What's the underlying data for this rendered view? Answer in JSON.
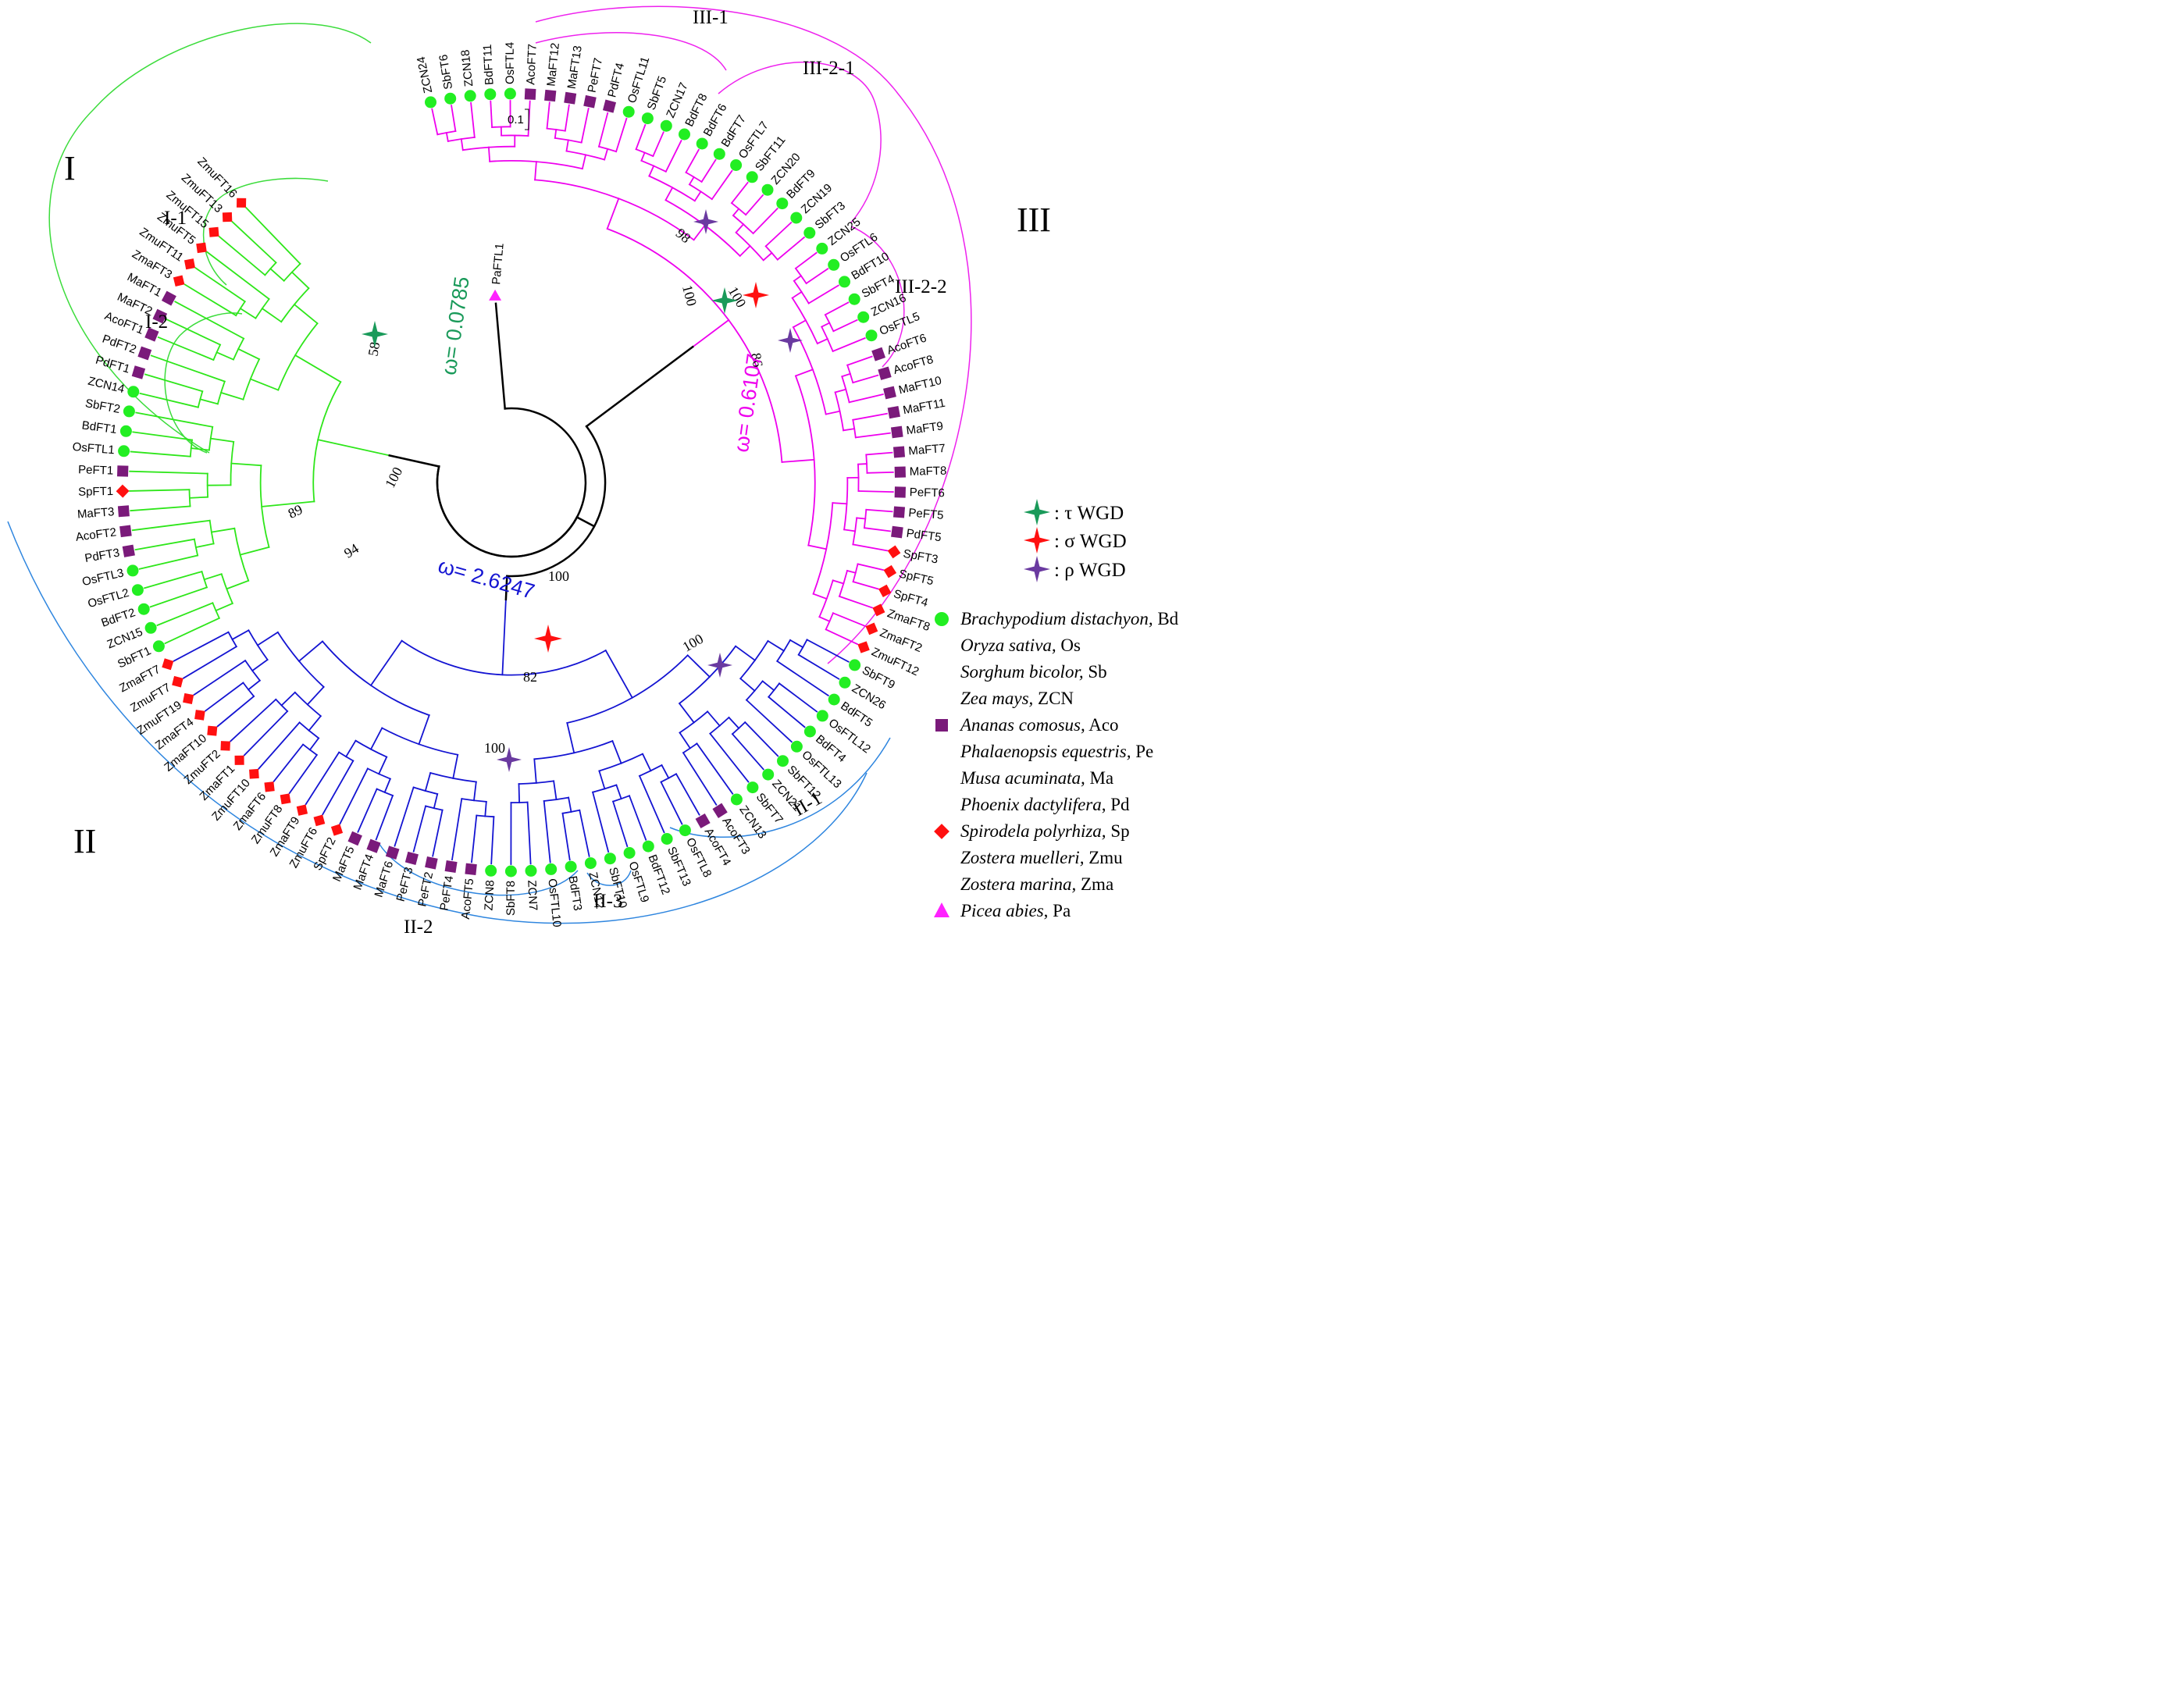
{
  "colors": {
    "clade_I": "#2ee61a",
    "clade_II": "#1414d2",
    "clade_III": "#ee00ee",
    "backbone": "#000000",
    "arc_I": "#3cdc3c",
    "arc_II": "#2f86df",
    "arc_III": "#ee22ee",
    "species_poales": "#22ee22",
    "species_commelinids": "#7a1a7a",
    "species_alismatales": "#ff1010",
    "species_outgroup": "#ff22ff",
    "wgd_tau": "#1a9a5a",
    "wgd_sigma": "#ff1010",
    "wgd_rho": "#6a3aa0"
  },
  "scale_bar": "0.1",
  "outgroup": {
    "label": "PaFTL1",
    "marker": "triangle"
  },
  "clades": {
    "I": "I",
    "I_1": "I-1",
    "I_2": "I-2",
    "II": "II",
    "II_1": "II-1",
    "II_2": "II-2",
    "II_3": "II-3",
    "III": "III",
    "III_1": "III-1",
    "III_2_1": "III-2-1",
    "III_2_2": "III-2-2"
  },
  "bootstrap": [
    "58",
    "100",
    "89",
    "94",
    "100",
    "82",
    "100",
    "100",
    "98",
    "100",
    "100",
    "86"
  ],
  "omega": {
    "I": "ω= 0.0785",
    "II": "ω= 2.6247",
    "III": "ω= 0.6107"
  },
  "tips": [
    {
      "label": "ZCN24",
      "marker": "circle"
    },
    {
      "label": "SbFT6",
      "marker": "circle"
    },
    {
      "label": "ZCN18",
      "marker": "circle"
    },
    {
      "label": "BdFT11",
      "marker": "circle"
    },
    {
      "label": "OsFTL4",
      "marker": "circle"
    },
    {
      "label": "AcoFT7",
      "marker": "square"
    },
    {
      "label": "MaFT12",
      "marker": "square"
    },
    {
      "label": "MaFT13",
      "marker": "square"
    },
    {
      "label": "PeFT7",
      "marker": "square"
    },
    {
      "label": "PdFT4",
      "marker": "square"
    },
    {
      "label": "OsFTL11",
      "marker": "circle"
    },
    {
      "label": "SbFT5",
      "marker": "circle"
    },
    {
      "label": "ZCN17",
      "marker": "circle"
    },
    {
      "label": "BdFT8",
      "marker": "circle"
    },
    {
      "label": "BdFT6",
      "marker": "circle"
    },
    {
      "label": "BdFT7",
      "marker": "circle"
    },
    {
      "label": "OsFTL7",
      "marker": "circle"
    },
    {
      "label": "SbFT11",
      "marker": "circle"
    },
    {
      "label": "ZCN20",
      "marker": "circle"
    },
    {
      "label": "BdFT9",
      "marker": "circle"
    },
    {
      "label": "ZCN19",
      "marker": "circle"
    },
    {
      "label": "SbFT3",
      "marker": "circle"
    },
    {
      "label": "ZCN25",
      "marker": "circle"
    },
    {
      "label": "OsFTL6",
      "marker": "circle"
    },
    {
      "label": "BdFT10",
      "marker": "circle"
    },
    {
      "label": "SbFT4",
      "marker": "circle"
    },
    {
      "label": "ZCN16",
      "marker": "circle"
    },
    {
      "label": "OsFTL5",
      "marker": "circle"
    },
    {
      "label": "AcoFT6",
      "marker": "square"
    },
    {
      "label": "AcoFT8",
      "marker": "square"
    },
    {
      "label": "MaFT10",
      "marker": "square"
    },
    {
      "label": "MaFT11",
      "marker": "square"
    },
    {
      "label": "MaFT9",
      "marker": "square"
    },
    {
      "label": "MaFT7",
      "marker": "square"
    },
    {
      "label": "MaFT8",
      "marker": "square"
    },
    {
      "label": "PeFT6",
      "marker": "square"
    },
    {
      "label": "PeFT5",
      "marker": "square"
    },
    {
      "label": "PdFT5",
      "marker": "square"
    },
    {
      "label": "SpFT3",
      "marker": "diamond"
    },
    {
      "label": "SpFT5",
      "marker": "diamond"
    },
    {
      "label": "SpFT4",
      "marker": "diamond"
    },
    {
      "label": "ZmaFT8",
      "marker": "diamond"
    },
    {
      "label": "ZmaFT2",
      "marker": "diamond"
    },
    {
      "label": "ZmuFT12",
      "marker": "diamond"
    },
    {
      "label": "SbFT9",
      "marker": "circle"
    },
    {
      "label": "ZCN26",
      "marker": "circle"
    },
    {
      "label": "BdFT5",
      "marker": "circle"
    },
    {
      "label": "OsFTL12",
      "marker": "circle"
    },
    {
      "label": "BdFT4",
      "marker": "circle"
    },
    {
      "label": "OsFTL13",
      "marker": "circle"
    },
    {
      "label": "SbFT12",
      "marker": "circle"
    },
    {
      "label": "ZCN21",
      "marker": "circle"
    },
    {
      "label": "SbFT7",
      "marker": "circle"
    },
    {
      "label": "ZCN13",
      "marker": "circle"
    },
    {
      "label": "AcoFT3",
      "marker": "square"
    },
    {
      "label": "AcoFT4",
      "marker": "square"
    },
    {
      "label": "OsFTL8",
      "marker": "circle"
    },
    {
      "label": "SbFT13",
      "marker": "circle"
    },
    {
      "label": "BdFT12",
      "marker": "circle"
    },
    {
      "label": "OsFTL9",
      "marker": "circle"
    },
    {
      "label": "SbFT10",
      "marker": "circle"
    },
    {
      "label": "ZCN12",
      "marker": "circle"
    },
    {
      "label": "BdFT3",
      "marker": "circle"
    },
    {
      "label": "OsFTL10",
      "marker": "circle"
    },
    {
      "label": "ZCN7",
      "marker": "circle"
    },
    {
      "label": "SbFT8",
      "marker": "circle"
    },
    {
      "label": "ZCN8",
      "marker": "circle"
    },
    {
      "label": "AcoFT5",
      "marker": "square"
    },
    {
      "label": "PeFT4",
      "marker": "square"
    },
    {
      "label": "PeFT2",
      "marker": "square"
    },
    {
      "label": "PeFT3",
      "marker": "square"
    },
    {
      "label": "MaFT6",
      "marker": "square"
    },
    {
      "label": "MaFT4",
      "marker": "square"
    },
    {
      "label": "MaFT5",
      "marker": "square"
    },
    {
      "label": "SpFT2",
      "marker": "diamond"
    },
    {
      "label": "ZmuFT6",
      "marker": "diamond"
    },
    {
      "label": "ZmaFT9",
      "marker": "diamond"
    },
    {
      "label": "ZmuFT8",
      "marker": "diamond"
    },
    {
      "label": "ZmaFT6",
      "marker": "diamond"
    },
    {
      "label": "ZmuFT10",
      "marker": "diamond"
    },
    {
      "label": "ZmaFT1",
      "marker": "diamond"
    },
    {
      "label": "ZmuFT2",
      "marker": "diamond"
    },
    {
      "label": "ZmaFT10",
      "marker": "diamond"
    },
    {
      "label": "ZmaFT4",
      "marker": "diamond"
    },
    {
      "label": "ZmuFT19",
      "marker": "diamond"
    },
    {
      "label": "ZmuFT7",
      "marker": "diamond"
    },
    {
      "label": "ZmaFT7",
      "marker": "diamond"
    },
    {
      "label": "SbFT1",
      "marker": "circle"
    },
    {
      "label": "ZCN15",
      "marker": "circle"
    },
    {
      "label": "BdFT2",
      "marker": "circle"
    },
    {
      "label": "OsFTL2",
      "marker": "circle"
    },
    {
      "label": "OsFTL3",
      "marker": "circle"
    },
    {
      "label": "PdFT3",
      "marker": "square"
    },
    {
      "label": "AcoFT2",
      "marker": "square"
    },
    {
      "label": "MaFT3",
      "marker": "square"
    },
    {
      "label": "SpFT1",
      "marker": "diamond"
    },
    {
      "label": "PeFT1",
      "marker": "square"
    },
    {
      "label": "OsFTL1",
      "marker": "circle"
    },
    {
      "label": "BdFT1",
      "marker": "circle"
    },
    {
      "label": "SbFT2",
      "marker": "circle"
    },
    {
      "label": "ZCN14",
      "marker": "circle"
    },
    {
      "label": "PdFT1",
      "marker": "square"
    },
    {
      "label": "PdFT2",
      "marker": "square"
    },
    {
      "label": "AcoFT1",
      "marker": "square"
    },
    {
      "label": "MaFT2",
      "marker": "square"
    },
    {
      "label": "MaFT1",
      "marker": "square"
    },
    {
      "label": "ZmaFT3",
      "marker": "diamond"
    },
    {
      "label": "ZmuFT11",
      "marker": "diamond"
    },
    {
      "label": "ZmuFT5",
      "marker": "diamond"
    },
    {
      "label": "ZmuFT15",
      "marker": "diamond"
    },
    {
      "label": "ZmuFT13",
      "marker": "diamond"
    },
    {
      "label": "ZmuFT16",
      "marker": "diamond"
    }
  ],
  "legend": {
    "wgd": [
      {
        "symbol": ": τ WGD",
        "color": "#1a9a5a"
      },
      {
        "symbol": ": σ WGD",
        "color": "#ff1010"
      },
      {
        "symbol": ": ρ WGD",
        "color": "#6a3aa0"
      }
    ],
    "species": [
      {
        "species": "Brachypodium distachyon,",
        "abbr": " Bd",
        "marker": "circle"
      },
      {
        "species": "Oryza sativa,",
        "abbr": " Os",
        "marker": ""
      },
      {
        "species": "Sorghum bicolor,",
        "abbr": " Sb",
        "marker": ""
      },
      {
        "species": "Zea mays,",
        "abbr": " ZCN",
        "marker": ""
      },
      {
        "species": "Ananas comosus,",
        "abbr": " Aco",
        "marker": "square"
      },
      {
        "species": "Phalaenopsis equestris,",
        "abbr": " Pe",
        "marker": ""
      },
      {
        "species": "Musa acuminata,",
        "abbr": " Ma",
        "marker": ""
      },
      {
        "species": "Phoenix dactylifera",
        "abbr": ", Pd",
        "marker": ""
      },
      {
        "species": "Spirodela polyrhiza,",
        "abbr": " Sp",
        "marker": "diamond"
      },
      {
        "species": "Zostera muelleri,",
        "abbr": " Zmu",
        "marker": ""
      },
      {
        "species": "Zostera marina,",
        "abbr": " Zma",
        "marker": ""
      },
      {
        "species": "Picea abies",
        "abbr": ", Pa",
        "marker": "triangle"
      }
    ]
  }
}
